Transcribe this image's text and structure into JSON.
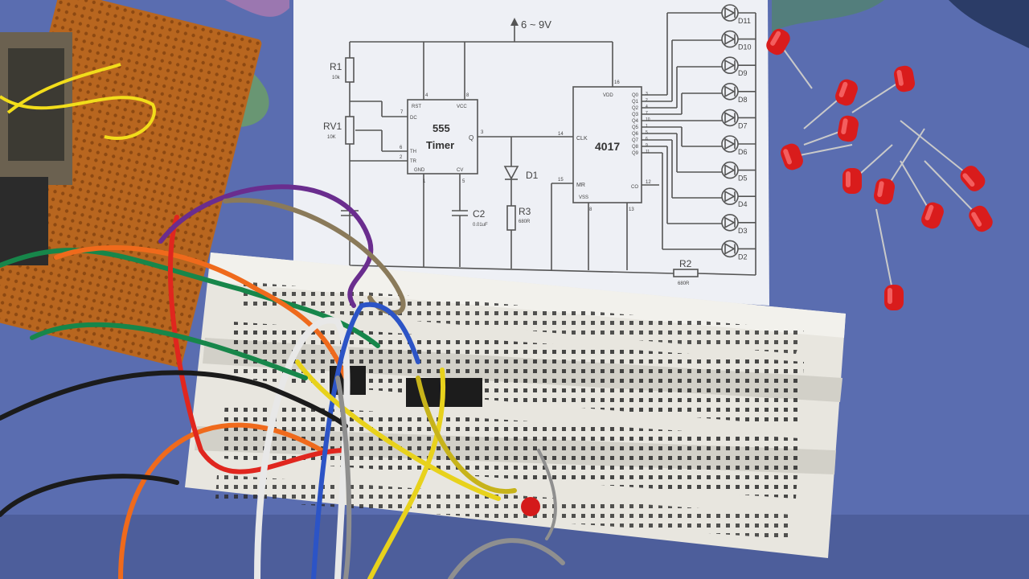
{
  "schematic": {
    "supply_label": "6 ~ 9V",
    "r1": {
      "name": "R1",
      "value": "10k"
    },
    "rv1": {
      "name": "RV1",
      "value": "10K"
    },
    "r2": {
      "name": "R2",
      "value": "680R"
    },
    "r3": {
      "name": "R3",
      "value": "680R"
    },
    "c2": {
      "name": "C2",
      "value": "0.01uF"
    },
    "d1": "D1",
    "timer_555": {
      "title_line1": "555",
      "title_line2": "Timer",
      "pins": {
        "rst": "RST",
        "vcc": "VCC",
        "dc": "DC",
        "th": "TH",
        "tr": "TR",
        "gnd": "GND",
        "cv": "CV",
        "q": "Q"
      },
      "pin_numbers": {
        "rst": "4",
        "vcc": "8",
        "dc": "7",
        "th": "6",
        "tr": "2",
        "gnd": "1",
        "cv": "5",
        "q": "3"
      }
    },
    "counter_4017": {
      "title": "4017",
      "pins": {
        "vdd": "VDD",
        "clk": "CLK",
        "mr": "MR",
        "vss": "VSS",
        "co": "CO"
      },
      "pin_numbers": {
        "vdd": "16",
        "clk": "14",
        "mr": "15",
        "vss": "8",
        "co": "13"
      },
      "outputs": [
        "Q0",
        "Q1",
        "Q2",
        "Q3",
        "Q4",
        "Q5",
        "Q6",
        "Q7",
        "Q8",
        "Q9"
      ],
      "output_pins": [
        "3",
        "2",
        "4",
        "7",
        "10",
        "1",
        "5",
        "6",
        "9",
        "11"
      ],
      "co_pin": "12"
    },
    "leds": [
      "D11",
      "D10",
      "D9",
      "D8",
      "D7",
      "D6",
      "D5",
      "D4",
      "D3",
      "D2"
    ]
  },
  "colors": {
    "table_blue": "#5b6fb3",
    "paper": "#f1f2f6",
    "breadboard": "#e6e4dc",
    "pcb": "#b8661f",
    "led_red": "#d91c1c"
  }
}
